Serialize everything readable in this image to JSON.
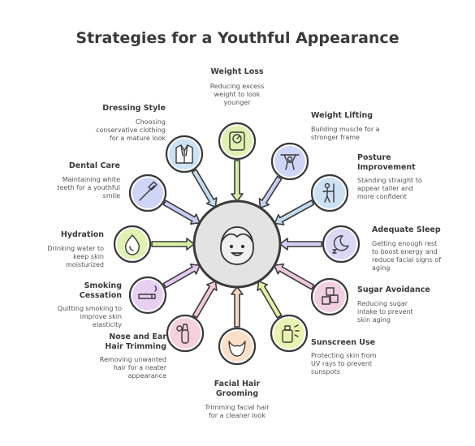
{
  "title": "Strategies for a Youthful Appearance",
  "center": {
    "icon": "smiling-face-icon"
  },
  "items": [
    {
      "title_lines": [
        "Weight Loss"
      ],
      "desc_lines": [
        "Reducing excess",
        "weight to look",
        "younger"
      ],
      "color": "#d9f0a3",
      "icon": "scale-icon"
    },
    {
      "title_lines": [
        "Weight Lifting"
      ],
      "desc_lines": [
        "Building muscle for a",
        "stronger frame"
      ],
      "color": "#c5cef5",
      "icon": "weightlifter-icon"
    },
    {
      "title_lines": [
        "Posture",
        "Improvement"
      ],
      "desc_lines": [
        "Standing straight to",
        "appear taller and",
        "more confident"
      ],
      "color": "#c2dcf2",
      "icon": "standing-person-icon"
    },
    {
      "title_lines": [
        "Adequate Sleep"
      ],
      "desc_lines": [
        "Getting enough rest",
        "to boost energy and",
        "reduce facial signs of",
        "aging"
      ],
      "color": "#d5d0f5",
      "icon": "moon-sleep-icon"
    },
    {
      "title_lines": [
        "Sugar Avoidance"
      ],
      "desc_lines": [
        "Reducing sugar",
        "intake to prevent",
        "skin aging"
      ],
      "color": "#f0c8dc",
      "icon": "sugar-cubes-icon"
    },
    {
      "title_lines": [
        "Sunscreen Use"
      ],
      "desc_lines": [
        "Protecting skin from",
        "UV rays to prevent",
        "sunspots"
      ],
      "color": "#e5f0a0",
      "icon": "sunscreen-icon"
    },
    {
      "title_lines": [
        "Facial Hair",
        "Grooming"
      ],
      "desc_lines": [
        "Trimming facial hair",
        "for a cleaner look"
      ],
      "color": "#f9d9c0",
      "icon": "beard-icon"
    },
    {
      "title_lines": [
        "Nose and Ear",
        "Hair Trimming"
      ],
      "desc_lines": [
        "Removing unwanted",
        "hair for a neater",
        "appearance"
      ],
      "color": "#f5c8d8",
      "icon": "trimmer-icon"
    },
    {
      "title_lines": [
        "Smoking",
        "Cessation"
      ],
      "desc_lines": [
        "Quitting smoking to",
        "improve skin",
        "elasticity"
      ],
      "color": "#e3c8f0",
      "icon": "no-smoking-icon"
    },
    {
      "title_lines": [
        "Hydration"
      ],
      "desc_lines": [
        "Drinking water to",
        "keep skin",
        "moisturized"
      ],
      "color": "#d9f0a3",
      "icon": "water-drop-icon"
    },
    {
      "title_lines": [
        "Dental Care"
      ],
      "desc_lines": [
        "Maintaining white",
        "teeth for a youthful",
        "smile"
      ],
      "color": "#c5cef5",
      "icon": "toothbrush-icon"
    },
    {
      "title_lines": [
        "Dressing Style"
      ],
      "desc_lines": [
        "Choosing",
        "conservative clothing",
        "for a mature look"
      ],
      "color": "#c2dcf2",
      "icon": "suit-jacket-icon"
    }
  ]
}
